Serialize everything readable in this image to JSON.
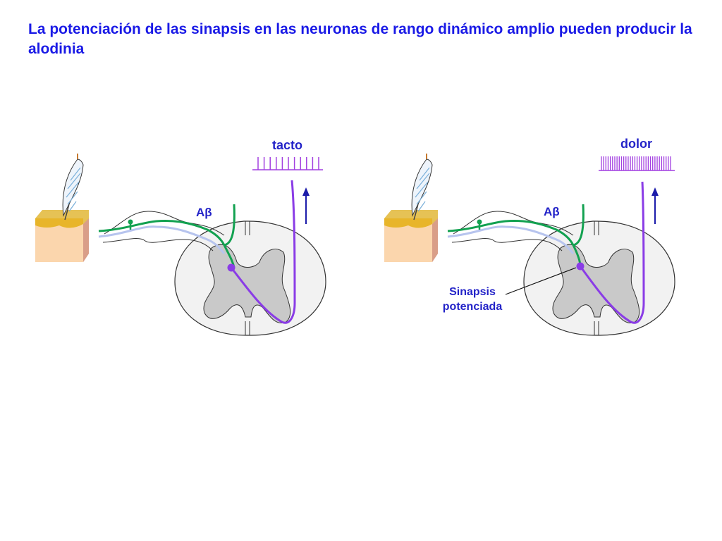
{
  "title": "La potenciación de las sinapsis en las neuronas de rango dinámico amplio pueden producir la alodinia",
  "panels": [
    {
      "signal_label": "tacto",
      "fiber_label": "Aβ",
      "spike_count": 11
    },
    {
      "signal_label": "dolor",
      "fiber_label": "Aβ",
      "synapse_label": "Sinapsis potenciada",
      "spike_count": 32
    }
  ],
  "colors": {
    "title": "#1a1ae6",
    "label": "#2323c8",
    "abeta_fiber": "#12a150",
    "projection_neuron": "#8a3ce6",
    "spike_train": "#a23fe0",
    "arrow": "#1c1caa",
    "skin_top": "#e8b52a",
    "skin_body": "#fbd6ad",
    "grey_matter": "#c9c9c9",
    "white_matter": "#f2f2f2"
  },
  "icons": [
    "feather-icon",
    "skin-block-icon",
    "upward-arrow-icon"
  ]
}
